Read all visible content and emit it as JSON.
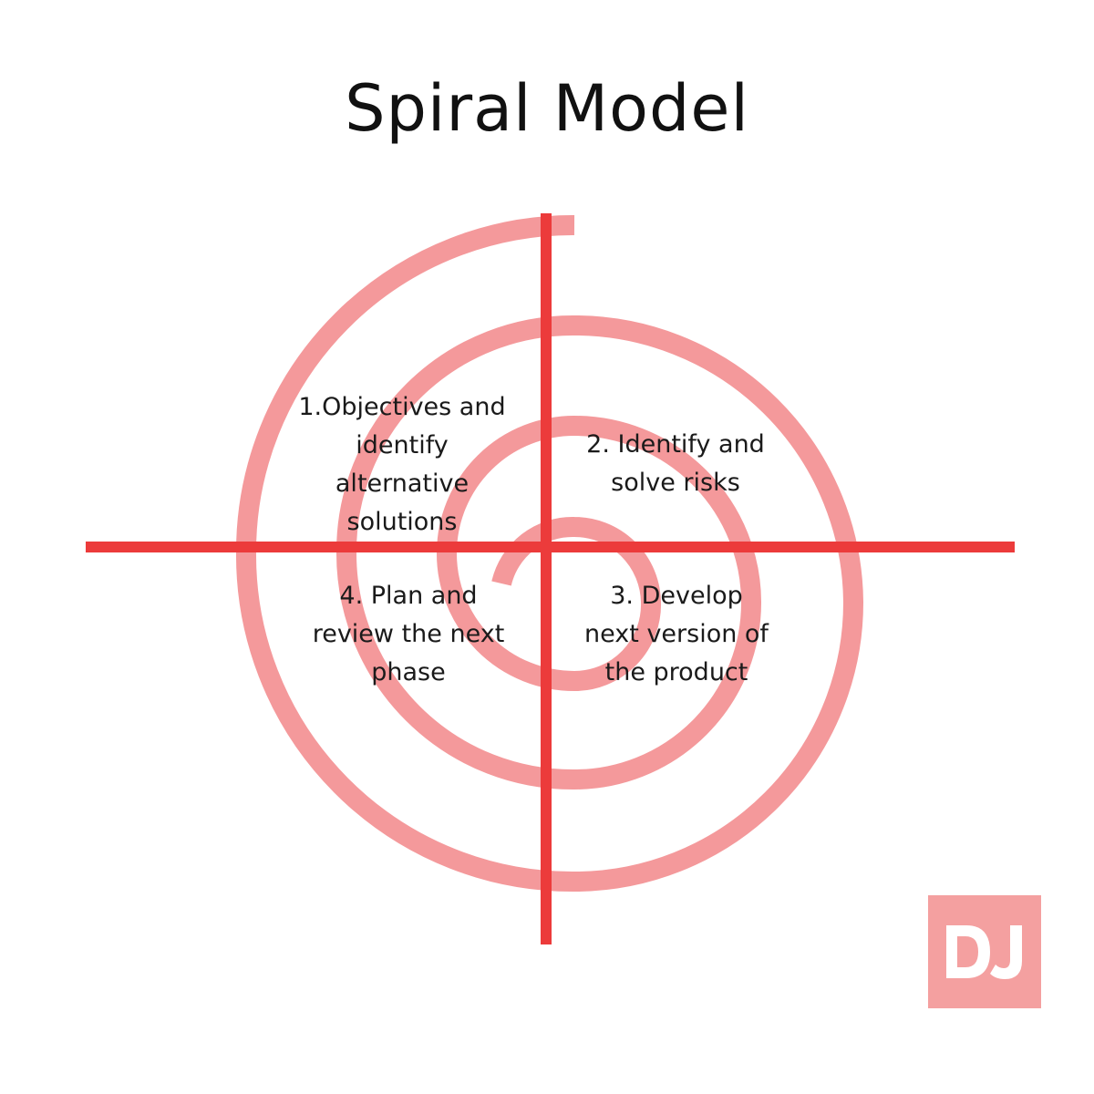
{
  "title": "Spiral Model",
  "colors": {
    "spiral": "#f4999b",
    "axes": "#ec3b3b",
    "logo_bg": "#f4a0a0",
    "logo_letters": "#ffffff",
    "text": "#1a1a1a"
  },
  "quadrants": [
    {
      "id": 1,
      "text": "1.Objectives  and\nidentify\nalternative\nsolutions"
    },
    {
      "id": 2,
      "text": "2. Identify and\nsolve risks"
    },
    {
      "id": 3,
      "text": "3. Develop\nnext version of\nthe product"
    },
    {
      "id": 4,
      "text": "4. Plan and\nreview the next\nphase"
    }
  ],
  "logo": {
    "text": "DJ"
  }
}
